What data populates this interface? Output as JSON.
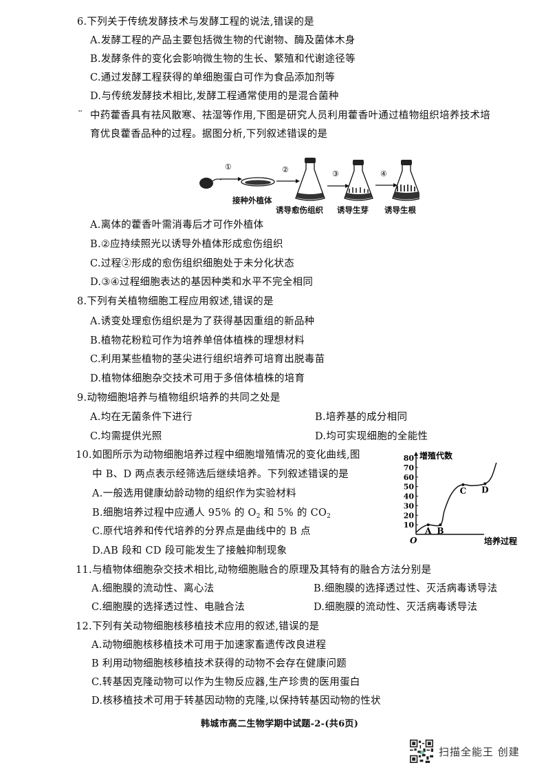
{
  "questions": [
    {
      "number": "6.",
      "stem": "下列关于传统发酵技术与发酵工程的说法,错误的是",
      "options": [
        {
          "label": "A.",
          "text": "发酵工程的产品主要包括微生物的代谢物、酶及菌体木身"
        },
        {
          "label": "B.",
          "text": "发酵条件的变化会影响微生物的生长、繁殖和代谢途径等"
        },
        {
          "label": "C.",
          "text": "通过发酵工程获得的单细胞蛋白可作为食品添加剂等"
        },
        {
          "label": "D.",
          "text": "与传统发酵技术相比,发酵工程通常使用的是混合菌种"
        }
      ]
    },
    {
      "number": "¨",
      "stem_line1": "中药藿香具有祛风散寒、祛湿等作用,下图是研究人员利用藿香叶通过植物组织培养技术培",
      "stem_line2": "育优良藿香品种的过程。据图分析,下列叙述错误的是",
      "diagram": {
        "steps": [
          "①",
          "②",
          "③",
          "④"
        ],
        "labels": [
          "接种外植体",
          "诱导愈伤组织",
          "诱导生芽",
          "诱导生根"
        ]
      },
      "options": [
        {
          "label": "A.",
          "text": "离体的藿香叶需消毒后才可作外植体"
        },
        {
          "label": "B.",
          "text": "②应持续照光以诱导外植体形成愈伤组织"
        },
        {
          "label": "C.",
          "text": "过程②形成的愈伤组织细胞处于未分化状态"
        },
        {
          "label": "D.",
          "text": "③④过程细胞表达的基因种类和水平不完全相同"
        }
      ]
    },
    {
      "number": "8.",
      "stem": "下列有关植物细胞工程应用叙述,错误的是",
      "options": [
        {
          "label": "A.",
          "text": "诱变处理愈伤组织是为了获得基因重组的新品种"
        },
        {
          "label": "B.",
          "text": "植物花粉粒可作为培养单倍体植株的理想材料"
        },
        {
          "label": "C.",
          "text": "利用某些植物的茎尖进行组织培养可培育出脱毒苗"
        },
        {
          "label": "D.",
          "text": "植物体细胞杂交技术可用于多倍体植株的培育"
        }
      ]
    },
    {
      "number": "9.",
      "stem": "动物细胞培养与植物组织培养的共同之处是",
      "options": [
        {
          "label": "A.",
          "text": "均在无菌条件下进行"
        },
        {
          "label": "B.",
          "text": "培养基的成分相同"
        },
        {
          "label": "C.",
          "text": "均需提供光照"
        },
        {
          "label": "D.",
          "text": "均可实现细胞的全能性"
        }
      ]
    },
    {
      "number": "10.",
      "stem_line1": "如图所示为动物细胞培养过程中细胞增殖情况的变化曲线,图",
      "stem_line2": "中 B、D 两点表示经筛选后继续培养。下列叙述错误的是",
      "options": [
        {
          "label": "A.",
          "text": "一般选用健康幼龄动物的组织作为实验材料"
        },
        {
          "label": "B.",
          "text_pre": "细胞培养过程中应通人 95% 的 O",
          "sub1": "2",
          "text_mid": " 和 5% 的 CO",
          "sub2": "2"
        },
        {
          "label": "C.",
          "text": "原代培养和传代培养的分界点是曲线中的 B 点"
        },
        {
          "label": "D.",
          "text": "AB 段和 CD 段可能发生了接触抑制现象"
        }
      ]
    },
    {
      "number": "11.",
      "stem": "与植物体细胞杂交技术相比,动物细胞融合的原理及其特有的融合方法分别是",
      "options": [
        {
          "label": "A.",
          "text": "细胞膜的流动性、离心法"
        },
        {
          "label": "B.",
          "text": "细胞膜的选择透过性、灭活病毒诱导法"
        },
        {
          "label": "C.",
          "text": "细胞膜的选择透过性、电融合法"
        },
        {
          "label": "D.",
          "text": "细胞膜的流动性、灭活病毒诱导法"
        }
      ]
    },
    {
      "number": "12.",
      "stem": "下列有关动物细胞核移植技术应用的叙述,错误的是",
      "options": [
        {
          "label": "A.",
          "text": "动物细胞核移植技术可用于加速家畜遗传改良进程"
        },
        {
          "label": "B",
          "text": "利用动物细胞核移植技术获得的动物不会存在健康问题"
        },
        {
          "label": "C.",
          "text": "转基因克隆动物可以作为生物反应器,生产珍贵的医用蛋白"
        },
        {
          "label": "D.",
          "text": "核移植技术可用于转基因动物的克隆,以保持转基因动物的性状"
        }
      ]
    }
  ],
  "chart_data": {
    "type": "line",
    "title": "",
    "xlabel": "培养过程",
    "ylabel": "增殖代数",
    "origin_label": "O",
    "yticks": [
      10,
      20,
      30,
      40,
      50,
      60,
      70,
      80
    ],
    "ylim": [
      0,
      80
    ],
    "xlim": [
      0,
      10
    ],
    "grid": false,
    "legend": "none",
    "points": [
      {
        "label": "A",
        "x": 1.5,
        "y": 10
      },
      {
        "label": "B",
        "x": 3.0,
        "y": 10
      },
      {
        "label": "C",
        "x": 5.8,
        "y": 52
      },
      {
        "label": "D",
        "x": 8.5,
        "y": 53
      }
    ],
    "curve": [
      {
        "x": 0,
        "y": 2
      },
      {
        "x": 0.7,
        "y": 7
      },
      {
        "x": 1.5,
        "y": 10
      },
      {
        "x": 3.0,
        "y": 10
      },
      {
        "x": 3.5,
        "y": 25
      },
      {
        "x": 4.2,
        "y": 40
      },
      {
        "x": 5.0,
        "y": 49
      },
      {
        "x": 5.8,
        "y": 52
      },
      {
        "x": 7.0,
        "y": 51
      },
      {
        "x": 8.5,
        "y": 53
      },
      {
        "x": 9.3,
        "y": 60
      },
      {
        "x": 9.9,
        "y": 75
      }
    ]
  },
  "footer": {
    "text": "韩城市高二生物学期中试题-2-(共6页)"
  },
  "watermark": {
    "text": "扫描全能王 创建",
    "icon": "qr-code-icon"
  }
}
